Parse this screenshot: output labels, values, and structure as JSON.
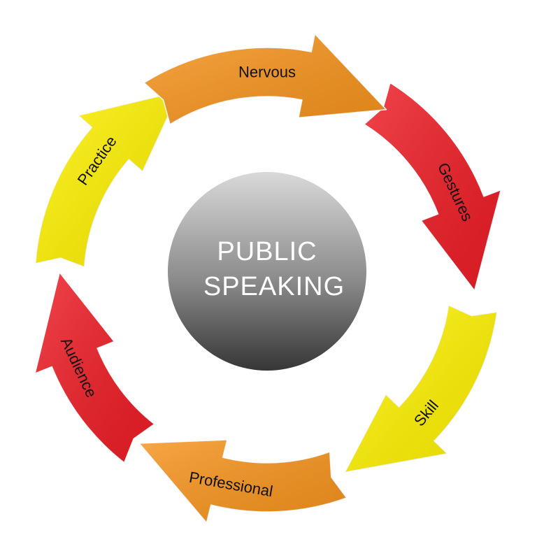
{
  "center": {
    "line1": "PUBLIC",
    "line2": "SPEAKING"
  },
  "segments": [
    {
      "label": "Nervous",
      "color": "#F7941D"
    },
    {
      "label": "Gestures",
      "color": "#EE1C25"
    },
    {
      "label": "Skill",
      "color": "#FFF200"
    },
    {
      "label": "Professional",
      "color": "#F7941D"
    },
    {
      "label": "Audience",
      "color": "#EE1C25"
    },
    {
      "label": "Practice",
      "color": "#FFF200"
    }
  ],
  "colors": {
    "center_top": "#d7d7d7",
    "center_bottom": "#3a3a3a",
    "text": "#111111",
    "background": "#ffffff"
  }
}
